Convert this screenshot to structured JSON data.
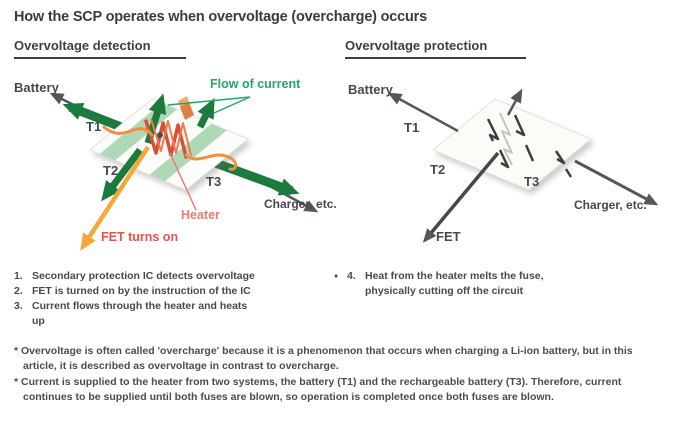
{
  "title": "How the SCP operates when overvoltage (overcharge) occurs",
  "detection": {
    "heading": "Overvoltage detection",
    "labels": {
      "battery": "Battery",
      "t1": "T1",
      "t2": "T2",
      "t3": "T3",
      "flow_of_current": "Flow of current",
      "heater": "Heater",
      "fet": "FET turns on",
      "charger": "Charger, etc."
    },
    "steps": [
      {
        "num": "1.",
        "text": "Secondary protection IC detects overvoltage"
      },
      {
        "num": "2.",
        "text": "FET is turned on by the instruction of the IC"
      },
      {
        "num": "3.",
        "text": "Current flows through the heater and heats up"
      }
    ]
  },
  "protection": {
    "heading": "Overvoltage protection",
    "labels": {
      "battery": "Battery",
      "t1": "T1",
      "t2": "T2",
      "t3": "T3",
      "fet": "FET",
      "charger": "Charger, etc."
    },
    "steps": [
      {
        "bullet": "●",
        "num": "4.",
        "text": "Heat from the heater melts the fuse, physically cutting off the circuit"
      }
    ]
  },
  "footnotes": [
    "* Overvoltage is often called 'overcharge' because it is a phenomenon that occurs when charging a Li-ion battery, but in this article, it is described as overvoltage in contrast to overcharge.",
    "* Current is supplied to the heater from two systems, the battery (T1) and the rechargeable battery (T3). Therefore, current continues to be supplied until both fuses are blown, so operation is completed once both fuses are blown."
  ],
  "colors": {
    "text": "#3f4245",
    "green_arrow": "#1b7a3e",
    "green_stripe": "#aed8b6",
    "green_label": "#27a567",
    "orange_arrow": "#f5a838",
    "heater_zigzag": "#d94f35",
    "heater_label": "#ec7a72",
    "fet_label": "#e8524a",
    "gray_arrow": "#54585c"
  }
}
